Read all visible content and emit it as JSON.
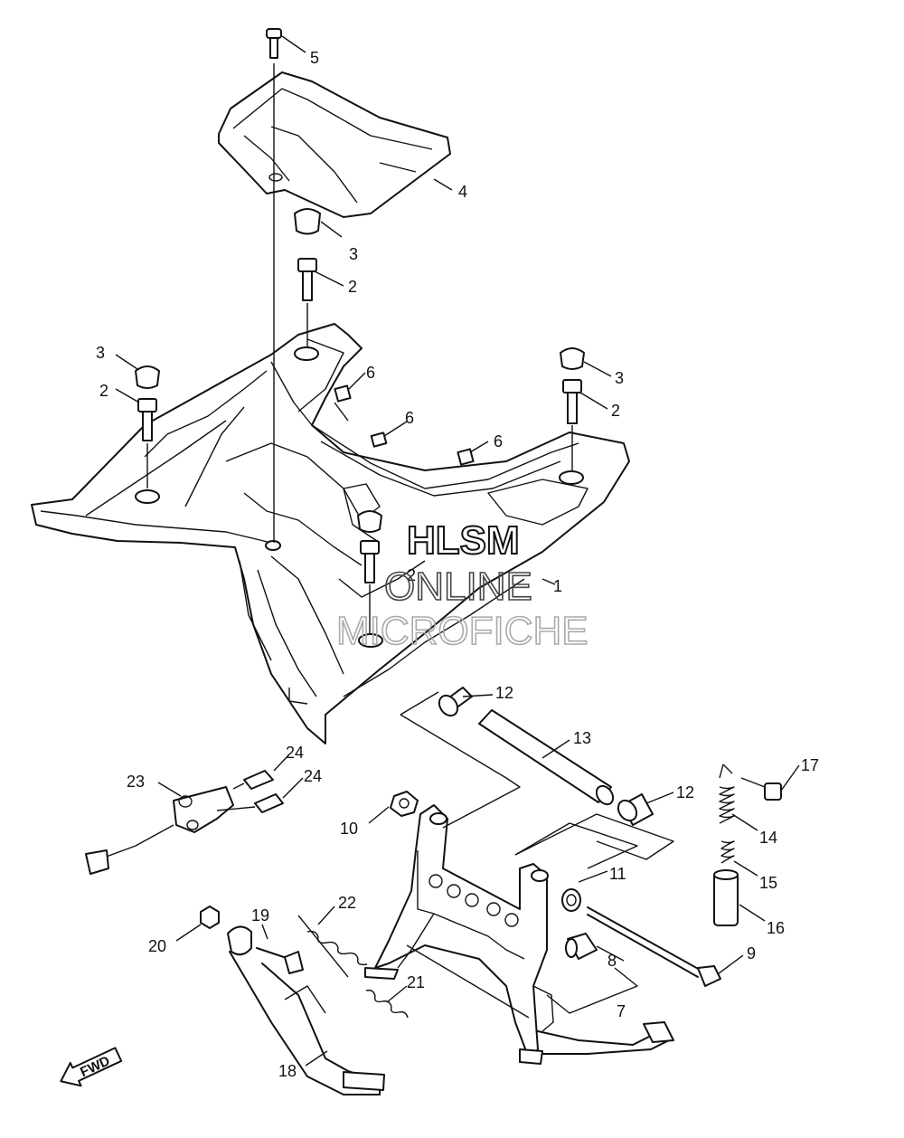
{
  "diagram": {
    "labels": {
      "p1": "1",
      "p2a": "2",
      "p2b": "2",
      "p2c": "2",
      "p2d": "2",
      "p3a": "3",
      "p3b": "3",
      "p3c": "3",
      "p4": "4",
      "p5": "5",
      "p6a": "6",
      "p6b": "6",
      "p6c": "6",
      "p7": "7",
      "p8": "8",
      "p9": "9",
      "p10": "10",
      "p11": "11",
      "p12a": "12",
      "p12b": "12",
      "p13": "13",
      "p14": "14",
      "p15": "15",
      "p16": "16",
      "p17": "17",
      "p18": "18",
      "p19": "19",
      "p20": "20",
      "p21": "21",
      "p22": "22",
      "p23": "23",
      "p24a": "24",
      "p24b": "24"
    },
    "fwd_badge": "FWD",
    "watermark": {
      "line1": "HLSM",
      "line2": "ONLINE",
      "line3": "MICROFICHE"
    }
  }
}
